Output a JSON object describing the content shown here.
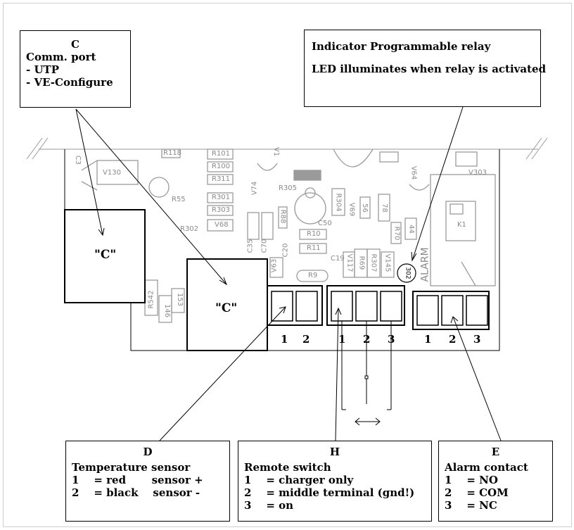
{
  "callouts": {
    "c": {
      "title": "C",
      "lines": [
        "Comm. port",
        "- UTP",
        "- VE-Configure"
      ]
    },
    "indicator": {
      "lines": [
        "Indicator Programmable relay",
        "LED illuminates when relay is activated"
      ]
    },
    "d": {
      "title": "D",
      "heading": "Temperature sensor",
      "rows": [
        "1    = red       sensor +",
        "2    = black    sensor -"
      ]
    },
    "h": {
      "title": "H",
      "heading": "Remote switch",
      "rows": [
        "1    = charger only",
        "2    = middle terminal (gnd!)",
        "3    = on"
      ]
    },
    "e": {
      "title": "E",
      "heading": "Alarm contact",
      "rows": [
        "1    = NO",
        "2    = COM",
        "3    = NC"
      ]
    }
  },
  "ports": {
    "c_label": "\"C\""
  },
  "terminals": {
    "d": [
      "1",
      "2"
    ],
    "h": [
      "1",
      "2",
      "3"
    ],
    "e": [
      "1",
      "2",
      "3"
    ]
  },
  "pcb_labels": {
    "r118": "R118",
    "c3": "C3",
    "v130": "V130",
    "r101": "R101",
    "r100": "R100",
    "r311": "R311",
    "r301": "R301",
    "r303": "R303",
    "v68": "V68",
    "r55": "R55",
    "r302": "R302",
    "r305": "R305",
    "v74": "V74",
    "c35": "C35",
    "c70": "C70",
    "c20": "C20",
    "v63": "V63",
    "r88": "R88",
    "r304": "R304",
    "v69": "V69",
    "c56": "56",
    "c78": "78",
    "r10": "R10",
    "r11": "R11",
    "c50": "C50",
    "c19": "C19",
    "v117": "V117",
    "r69": "R69",
    "r307": "R307",
    "v145": "V145",
    "r9": "R9",
    "v64": "V64",
    "r70": "R70",
    "c44": "44",
    "v303": "V303",
    "k1": "K1",
    "alarm": "ALARM",
    "led": "302",
    "r542": "R542",
    "v153": "153",
    "c146": "146",
    "v1": "V1"
  },
  "colors": {
    "ink": "#000000",
    "pcb_ink": "#8a8a8a",
    "background": "#ffffff"
  }
}
